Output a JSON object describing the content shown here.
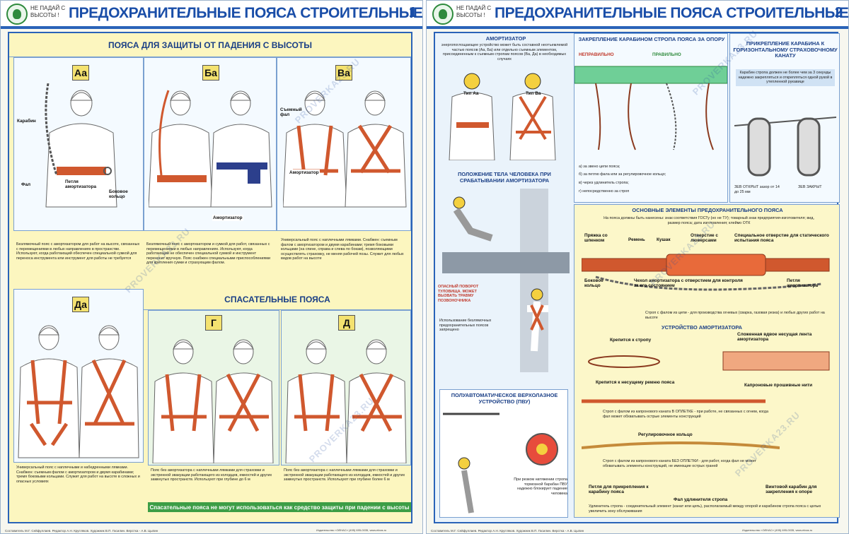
{
  "poster1": {
    "slogan": "НЕ ПАДАЙ С ВЫСОТЫ !",
    "title": "ПРЕДОХРАНИТЕЛЬНЫЕ ПОЯСА СТРОИТЕЛЬНЫЕ",
    "page_number": "1",
    "section_fall": "ПОЯСА ДЛЯ ЗАЩИТЫ ОТ ПАДЕНИЯ С ВЫСОТЫ",
    "section_rescue": "СПАСАТЕЛЬНЫЕ ПОЯСА",
    "tags": {
      "aa": "Аа",
      "ba": "Ба",
      "va": "Ва",
      "da": "Да",
      "g": "Г",
      "d": "Д"
    },
    "labels": {
      "karabin": "Карабин",
      "fal": "Фал",
      "petlya": "Петля амортизатора",
      "bokovoe": "Боковое кольцо",
      "amortizator": "Амортизатор",
      "amortizator2": "Амортизатор",
      "semny_fal": "Съемный фал"
    },
    "desc_aa": "Безлямочный пояс с амортизатором для работ на высоте, связанных с перемещениями в любых направлениях в пространстве. Используют, когда работающий обеспечен специальной сумкой для переноса инструмента или инструмент для работы не требуется",
    "desc_ba": "Безлямочный пояс с амортизатором и сумкой для работ, связанных с перемещениями в любых направлениях. Используют, когда работающий не обеспечен специальной сумкой и инструмент переносит вручную. Пояс снабжен специальными приспособлениями для крепления сумки и страхующим фалом.",
    "desc_va": "Универсальный пояс с наплечными лямками. Снабжен: съемным фалом с амортизатором и двумя карабинами; тремя боковыми кольцами (на спине, справа и слева по бокам), позволяющими осуществлять страховку, не меняя рабочей позы. Служит для любых видов работ на высоте",
    "desc_da": "Универсальный пояс с наплечными и набедренными лямками. Снабжен: съемным фалом с амортизатором и двумя карабинами; тремя боковыми кольцами. Служит для работ на высоте в сложных и опасных условиях",
    "desc_g": "Пояс без амортизатора с наплечными лямками для страховки и экстренной эвакуации работающего из колодцев, емкостей и других замкнутых пространств. Используют при глубине до 6 м",
    "desc_d": "Пояс без амортизатора с наплечными лямками для страховки и экстренной эвакуации работающего из колодцев, емкостей и других замкнутых пространств. Используют при глубине более 6 м",
    "warning": "Спасательные пояса не могут использоваться как средство защиты при падении с высоты",
    "footer": "Составитель М.Г. Сейфуллаев. Редактор А.Н. Кругляков. Художник В.П. Гасилин. Верстка - А.В. Цыпин",
    "publisher": "Издательство «ЭЛНАС» (495) 695-0035, www.elnas.ru"
  },
  "poster2": {
    "slogan": "НЕ ПАДАЙ С ВЫСОТЫ !",
    "title": "ПРЕДОХРАНИТЕЛЬНЫЕ ПОЯСА СТРОИТЕЛЬНЫЕ",
    "page_number": "2",
    "amort_title": "АМОРТИЗАТОР",
    "amort_text": "энергопоглощающее устройство может быть составной неотъемлемой частью поясов (Аа, Ба) или отдельно съемным элементом, присоединенным к съемным стропам поясов (Ва, Да) в необходимых случаях",
    "type_aa": "Тип Аа",
    "type_va": "Тип Ва",
    "zakreplenie_title": "ЗАКРЕПЛЕНИЕ КАРАБИНОМ СТРОПА ПОЯСА ЗА ОПОРУ",
    "wrong": "НЕПРАВИЛЬНО",
    "right": "ПРАВИЛЬНО",
    "zakr_list": [
      "а) за звено цепи пояса;",
      "б) за петлю фала или за регулировочное кольцо;",
      "в) через удлинитель стропа;",
      "г) непосредственно за строп"
    ],
    "kanat_title": "ПРИКРЕПЛЕНИЕ КАРАБИНА К ГОРИЗОНТАЛЬНОМУ СТРАХОВОЧНОМУ КАНАТУ",
    "kanat_text": "Карабин стропа должен не более чем за 3 секунды надежно закрепляться и открепляться одной рукой в утепленной рукавице",
    "zev_open": "ЗЕВ ОТКРЫТ зазор от 14 до 25 мм",
    "zev_closed": "ЗЕВ ЗАКРЫТ",
    "position_title": "ПОЛОЖЕНИЕ ТЕЛА ЧЕЛОВЕКА ПРИ СРАБАТЫВАНИИ АМОРТИЗАТОРА",
    "danger": "ОПАСНЫЙ ПОВОРОТ ТУЛОВИЩА. МОЖЕТ ВЫЗВАТЬ ТРАВМУ ПОЗВОНОЧНИКА",
    "position_text": "Использование безлямочных предохранительных поясов запрещено",
    "pvu_title": "ПОЛУАВТОМАТИЧЕСКОЕ ВЕРХОЛАЗНОЕ УСТРОЙСТВО (ПВУ)",
    "pvu_text": "При резком натяжении стропа тормозной барабан ПВУ надежно блокирует падение человека",
    "elements_title": "ОСНОВНЫЕ ЭЛЕМЕНТЫ ПРЕДОХРАНИТЕЛЬНОГО ПОЯСА",
    "elements_text": "На пояса должны быть нанесены: знак соответствия ГОСТу (но не ТУ); товарный знак предприятия-изготовителя; вид, размер пояса; дата изготовления; клеймо ОТК",
    "el_labels": {
      "pryazhka": "Пряжка со шпенком",
      "remen": "Ремень",
      "kushak": "Кушак",
      "otverstie": "Отверстие с люверсами",
      "spec": "Специальное отверстие для статического испытания пояса",
      "bokovoe": "Боковое кольцо",
      "chehol": "Чехол амортизатора с отверстием для контроля за его состоянием",
      "petlya": "Петля амортизатора"
    },
    "strop_chain": "Строп с фалом из цепи - для производства огневых (сварка, газовая резка) и любых других работ на высоте",
    "ustroystvo_title": "УСТРОЙСТВО АМОРТИЗАТОРА",
    "krepitsya_stropu": "Крепится к стропу",
    "krepitsya_remnyu": "Крепится к несущему ремню пояса",
    "slozhennaya": "Сложенная вдвое несущая лента амортизатора",
    "kapron": "Капроновые прошивные нити",
    "strop_opletka": "Строп с фалом из капронового каната В ОПЛЕТКЕ - при работе, не связанных с огнем, когда фал может обхватывать острые элементы конструкций",
    "reg_ring": "Регулировочное кольцо",
    "strop_bez": "Строп с фалом из капронового каната БЕЗ ОПЛЕТКИ - для работ, когда фал не может обхватывать элементы конструкций, не имеющие острых граней",
    "petlya_krep": "Петля для прикрепления к карабину пояса",
    "vint_karabin": "Винтовой карабин для закрепления к опоре",
    "fal_udl": "Фал удлинителя стропа",
    "udl_text": "Удлинитель стропа - соединительный элемент (канат или цепь), располагаемый между опорой и карабином стропа пояса с целью увеличить зону обслуживания",
    "footer": "Составитель М.Г. Сейфуллаев. Редактор А.Н. Кругляков. Художник В.П. Гасилин. Верстка - А.В. Цыпин",
    "publisher": "Издательство «ЭЛНАС» (495) 695-0035, www.elnas.ru"
  },
  "watermark": "PROVERKA23.RU",
  "colors": {
    "blue": "#2a63b8",
    "harness": "#d0582e",
    "yellow": "#fcf6bf",
    "green": "#3d9e46"
  }
}
